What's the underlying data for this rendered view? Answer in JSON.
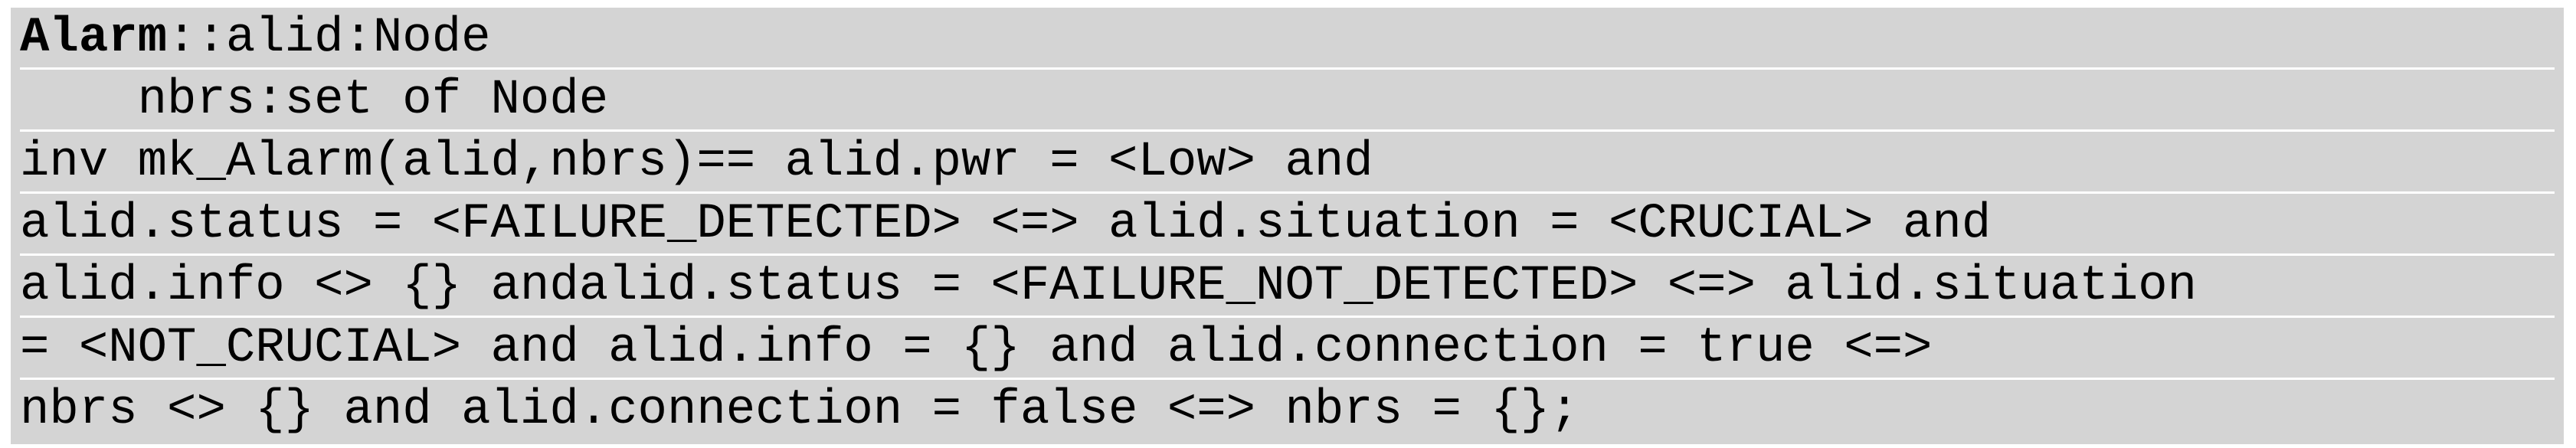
{
  "code": {
    "keyword": "Alarm",
    "line1_rest": "::alid:Node",
    "lines": [
      "    nbrs:set of Node",
      "inv mk_Alarm(alid,nbrs)== alid.pwr = <Low> and",
      "alid.status = <FAILURE_DETECTED> <=> alid.situation = <CRUCIAL> and",
      "alid.info <> {} andalid.status = <FAILURE_NOT_DETECTED> <=> alid.situation",
      "= <NOT_CRUCIAL> and alid.info = {} and alid.connection = true <=>",
      "nbrs <> {} and alid.connection = false <=> nbrs = {};"
    ]
  },
  "colors": {
    "block_background": "#d4d4d4",
    "line_separator": "#ffffff",
    "text": "#000000"
  }
}
